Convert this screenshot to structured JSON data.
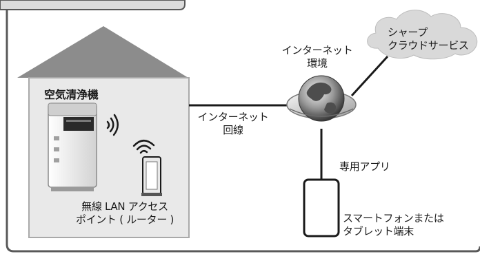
{
  "house": {
    "label": "空気清浄機"
  },
  "cloud": {
    "line1": "シャープ",
    "line2": "クラウドサービス"
  },
  "internet_env": {
    "line1": "インターネット",
    "line2": "環境"
  },
  "internet_line": {
    "line1": "インターネット",
    "line2": "回線"
  },
  "app": {
    "label": "専用アプリ"
  },
  "router": {
    "line1": "無線 LAN アクセス",
    "line2": "ポイント ( ルーター )"
  },
  "smartphone": {
    "line1": "スマートフォンまたは",
    "line2": "タブレット端末"
  },
  "colors": {
    "frame": "#555555",
    "roof": "#8c8c8c",
    "house_bg": "#e9e9e9",
    "tab": "#dcdcdc",
    "cloud": "#d9d9d9"
  }
}
